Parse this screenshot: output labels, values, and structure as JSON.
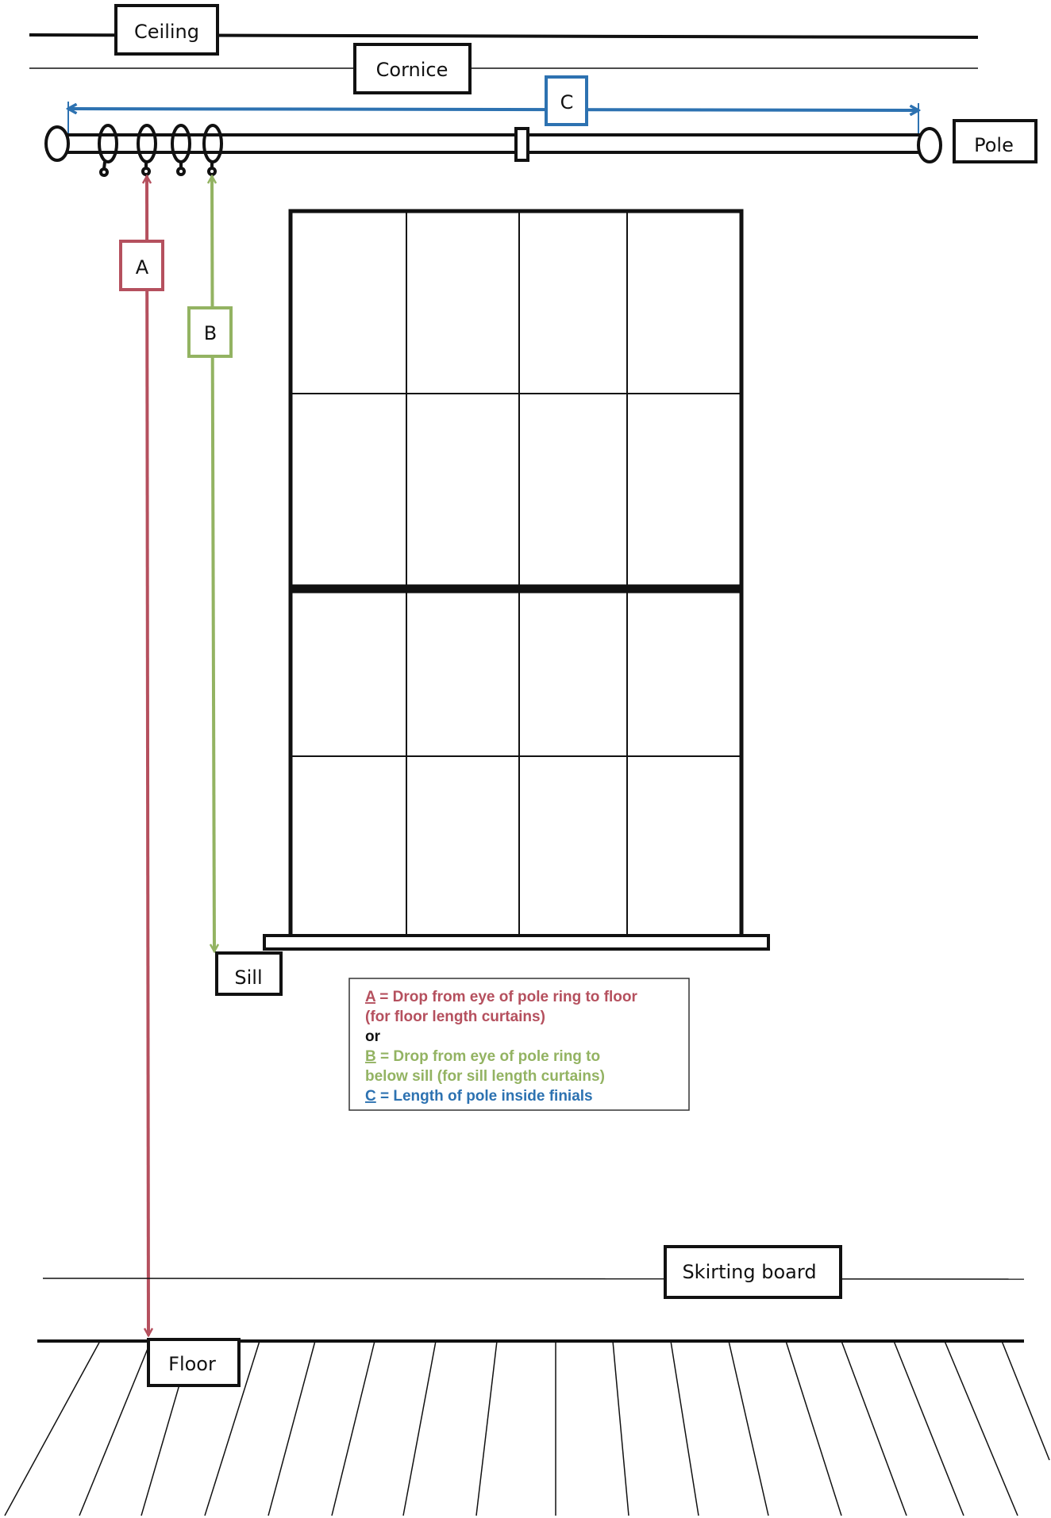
{
  "labels": {
    "ceiling": "Ceiling",
    "cornice": "Cornice",
    "pole": "Pole",
    "sill": "Sill",
    "skirting": "Skirting board",
    "floor": "Floor"
  },
  "measurements": {
    "a": "A",
    "b": "B",
    "c": "C"
  },
  "legend": {
    "a_letter": "A",
    "a_line1": " = Drop from eye of pole ring to floor",
    "a_line2": "(for floor length curtains)",
    "or": "or",
    "b_letter": "B",
    "b_line1": " = Drop from eye of pole ring to",
    "b_line2": "below sill (for sill length curtains)",
    "c_letter": "C",
    "c_line1": " = Length of pole inside finials"
  },
  "colors": {
    "a": "#b5505e",
    "b": "#93b362",
    "c": "#2d72b1",
    "ink": "#111111"
  }
}
